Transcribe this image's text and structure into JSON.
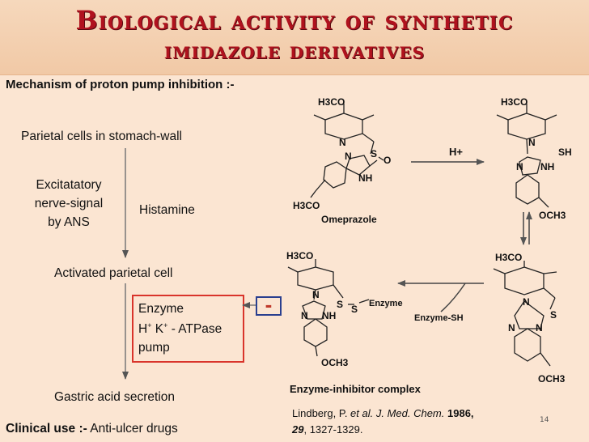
{
  "title_line1": "Biological activity of synthetic",
  "title_line2": "imidazole derivatives",
  "mechanism_heading": "Mechanism of proton pump inhibition :-",
  "flow": {
    "step1": "Parietal cells in stomach-wall",
    "excit1": "Excitatatory",
    "excit2": "nerve-signal",
    "excit3": "by ANS",
    "histamine": "Histamine",
    "step2": "Activated parietal cell",
    "enzyme1": "Enzyme",
    "enzyme2_pre": "H",
    "enzyme2_mid": " K",
    "enzyme2_post": " - ATPase",
    "enzyme2_sup": "+",
    "enzyme3": "pump",
    "step3": "Gastric acid secretion",
    "inhibit_sign": "-"
  },
  "clinical_label": "Clinical use :-",
  "clinical_value": "Anti-ulcer drugs",
  "chem": {
    "h3co": "H3CO",
    "och3": "OCH3",
    "n": "N",
    "nh": "NH",
    "s": "S",
    "o": "O",
    "sh": "SH",
    "h_plus": "H+",
    "omeprazole": "Omeprazole",
    "enzyme": "Enzyme",
    "enzyme_sh": "Enzyme-SH",
    "complex_label": "Enzyme-inhibitor complex"
  },
  "reference": {
    "authors": "Lindberg, P. ",
    "etal": "et al. J. Med. Chem.",
    "year": " 1986,",
    "volume": "29",
    "pages": ", 1327-1329."
  },
  "page_number": "14",
  "colors": {
    "title": "#B0121E",
    "box": "#D9342B",
    "minus_box": "#2A3F8F",
    "minus": "#C0392B"
  }
}
